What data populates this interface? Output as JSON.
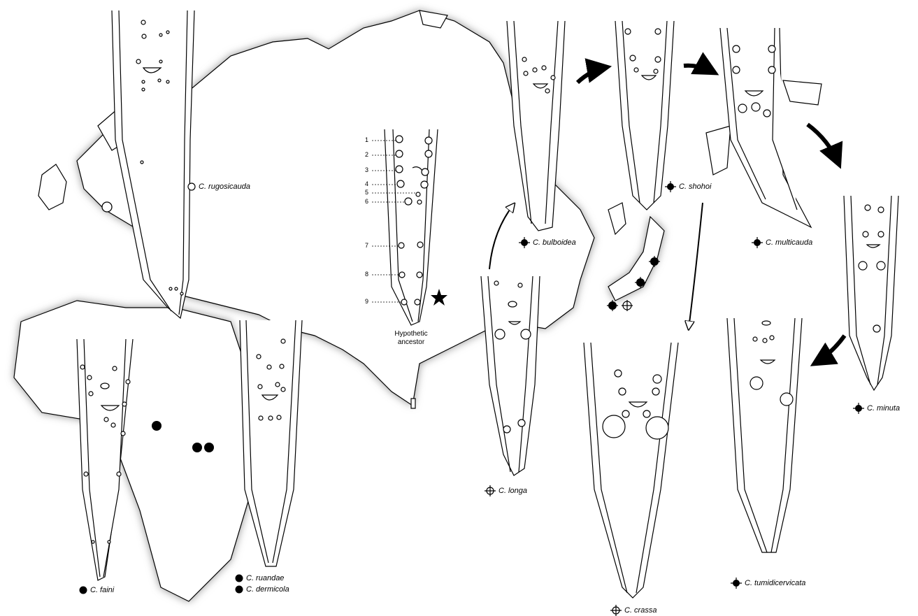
{
  "ancestor": {
    "title_line1": "Hypothetic",
    "title_line2": "ancestor",
    "papilla_numbers": [
      "1",
      "2",
      "3",
      "4",
      "5",
      "6",
      "7",
      "8",
      "9"
    ]
  },
  "species": [
    {
      "id": "rugosicauda",
      "label": "C. rugosicauda",
      "symbol": "open-circle"
    },
    {
      "id": "faini",
      "label": "C. faini",
      "symbol": "filled-circle"
    },
    {
      "id": "ruandae",
      "label": "C. ruandae",
      "symbol": "filled-circle"
    },
    {
      "id": "dermicola",
      "label": "C. dermicola",
      "symbol": "filled-circle"
    },
    {
      "id": "bulboidea",
      "label": "C. bulboidea",
      "symbol": "filled-cross-circle"
    },
    {
      "id": "shohoi",
      "label": "C. shohoi",
      "symbol": "filled-cross-circle"
    },
    {
      "id": "multicauda",
      "label": "C. multicauda",
      "symbol": "filled-cross-circle"
    },
    {
      "id": "minuta",
      "label": "C. minuta",
      "symbol": "filled-cross-circle"
    },
    {
      "id": "longa",
      "label": "C. longa",
      "symbol": "open-cross-circle"
    },
    {
      "id": "crassa",
      "label": "C. crassa",
      "symbol": "open-cross-circle"
    },
    {
      "id": "tumidicervicata",
      "label": "C. tumidicervicata",
      "symbol": "filled-cross-circle"
    }
  ],
  "colors": {
    "land": "#ffffff",
    "shadow": "#8a8a8a",
    "ink": "#000000"
  }
}
